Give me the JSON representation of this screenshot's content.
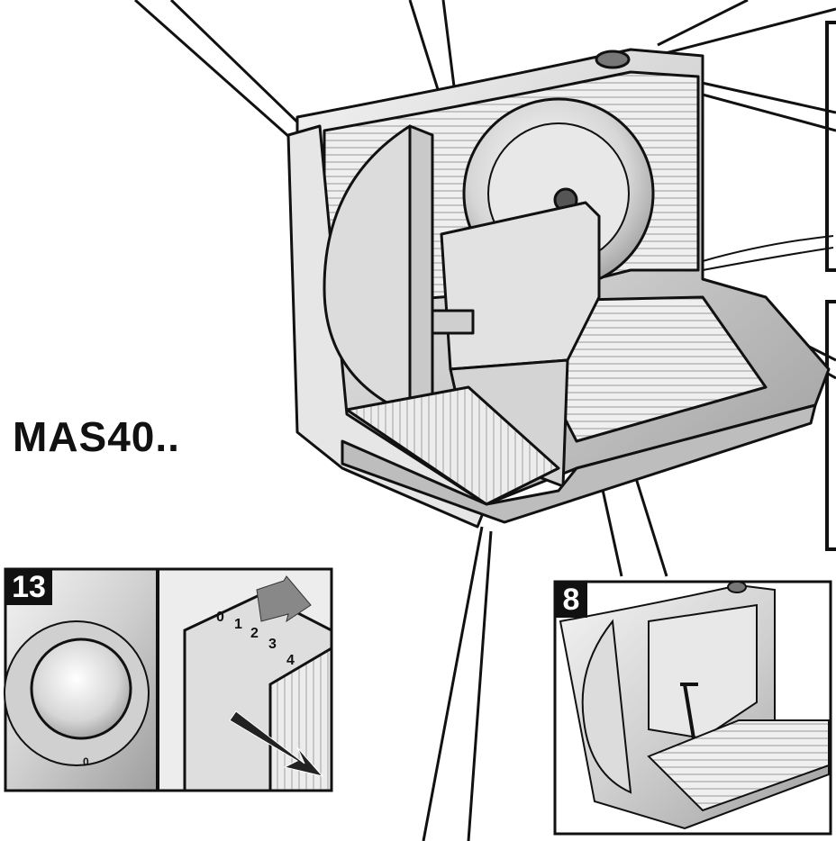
{
  "model": "MAS40..",
  "figures": [
    {
      "number": "13",
      "dial": {
        "label_zero": "0"
      },
      "scale": [
        "0",
        "1",
        "2",
        "3",
        "4"
      ]
    },
    {
      "number": "8"
    }
  ],
  "colors": {
    "stroke": "#111111",
    "metal": "#d9d9d9",
    "shade": "#b8b8b8",
    "paper": "#ffffff"
  },
  "icons": [
    "arrow-icon",
    "dial-icon",
    "switch-icon"
  ]
}
